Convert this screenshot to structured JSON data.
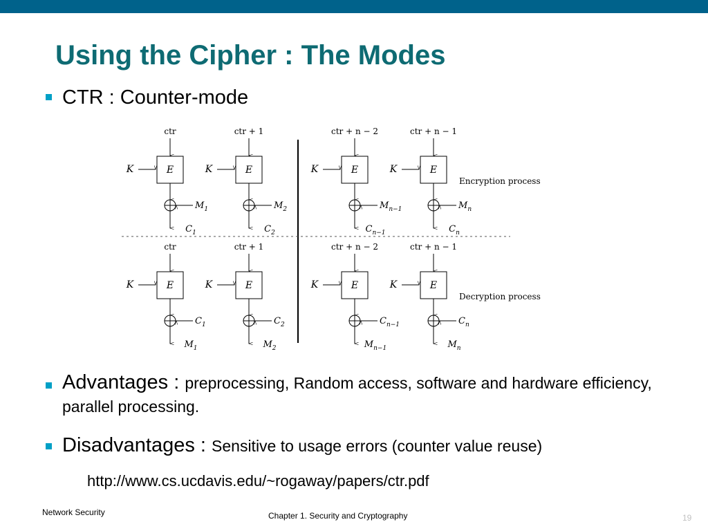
{
  "slide": {
    "title": "Using the Cipher : The Modes",
    "bullets": [
      {
        "text": "CTR : Counter-mode"
      },
      {
        "heading": "Advantages : ",
        "text": "preprocessing, Random access, software and hardware efficiency, parallel processing."
      },
      {
        "heading": "Disadvantages : ",
        "text": "Sensitive to usage errors (counter value reuse)"
      }
    ],
    "url": "http://www.cs.ucdavis.edu/~rogaway/papers/ctr.pdf"
  },
  "footer": {
    "left": "Network Security",
    "center": "Chapter 1. Security and Cryptography",
    "page": "19"
  },
  "colors": {
    "top_bar": "#00628b",
    "title": "#0e6b73",
    "bullet": "#00a0c6"
  },
  "diagram": {
    "block_label": "E",
    "key_label": "K",
    "sections": [
      {
        "name": "Encryption process",
        "columns": [
          {
            "counter": "ctr",
            "input": "M1",
            "output": "C1"
          },
          {
            "counter": "ctr + 1",
            "input": "M2",
            "output": "C2"
          },
          {
            "counter": "ctr + n − 2",
            "input": "Mn−1",
            "output": "Cn−1"
          },
          {
            "counter": "ctr + n − 1",
            "input": "Mn",
            "output": "Cn"
          }
        ]
      },
      {
        "name": "Decryption process",
        "columns": [
          {
            "counter": "ctr",
            "input": "C1",
            "output": "M1"
          },
          {
            "counter": "ctr + 1",
            "input": "C2",
            "output": "M2"
          },
          {
            "counter": "ctr + n − 2",
            "input": "Cn−1",
            "output": "Mn−1"
          },
          {
            "counter": "ctr + n − 1",
            "input": "Cn",
            "output": "Mn"
          }
        ]
      }
    ]
  }
}
